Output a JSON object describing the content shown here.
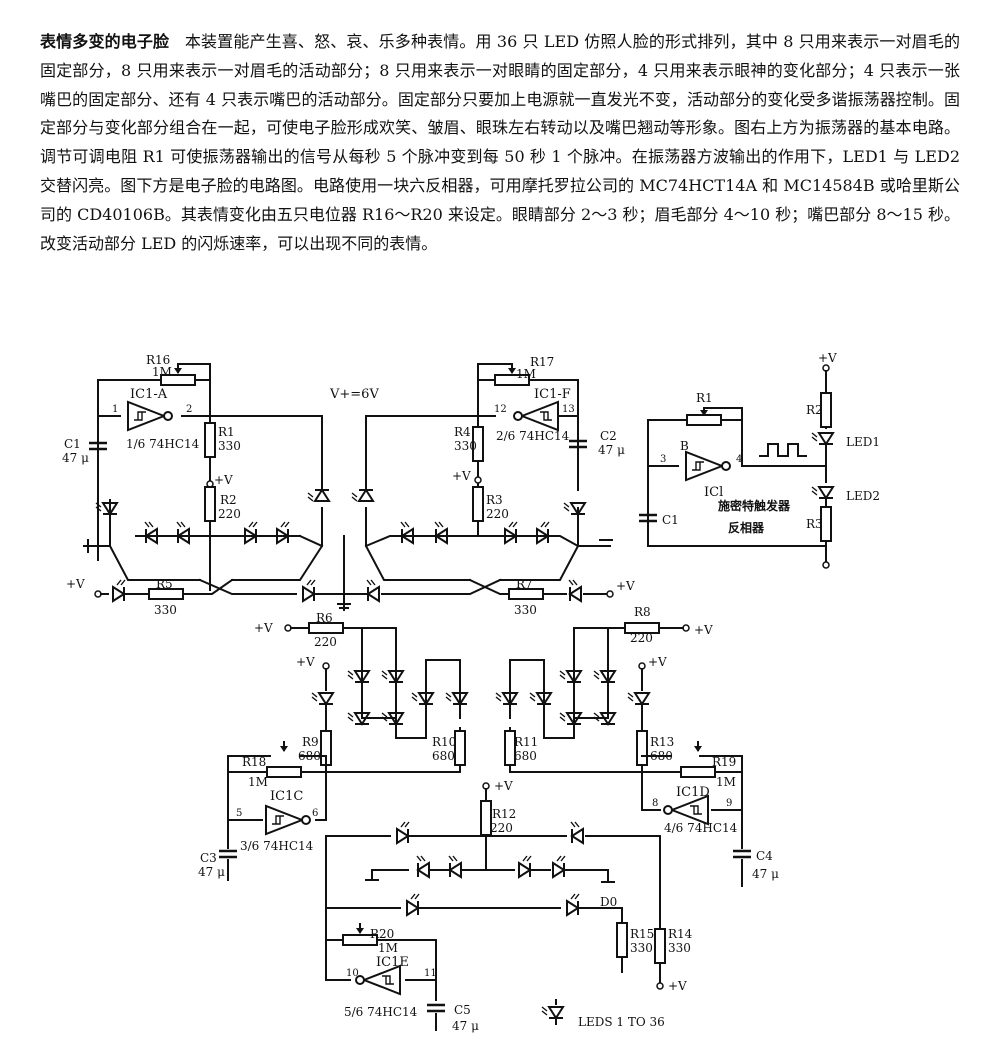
{
  "description": {
    "title": "表情多变的电子脸",
    "body": "本装置能产生喜、怒、哀、乐多种表情。用 36 只 LED 仿照人脸的形式排列，其中 8 只用来表示一对眉毛的固定部分，8 只用来表示一对眉毛的活动部分；8 只用来表示一对眼睛的固定部分，4 只用来表示眼神的变化部分；4 只表示一张嘴巴的固定部分、还有 4 只表示嘴巴的活动部分。固定部分只要加上电源就一直发光不变，活动部分的变化受多谐振荡器控制。固定部分与变化部分组合在一起，可使电子脸形成欢笑、皱眉、眼珠左右转动以及嘴巴翘动等形象。图右上方为振荡器的基本电路。调节可调电阻 R1 可使振荡器输出的信号从每秒 5 个脉冲变到每 50 秒 1 个脉冲。在振荡器方波输出的作用下，LED1 与 LED2 交替闪亮。图下方是电子脸的电路图。电路使用一块六反相器，可用摩托罗拉公司的 MC74HCT14A 和 MC14584B 或哈里斯公司的 CD40106B。其表情变化由五只电位器 R16～R20 来设定。眼睛部分 2～3 秒；眉毛部分 4～10 秒；嘴巴部分 8～15 秒。改变活动部分 LED 的闪烁速率，可以出现不同的表情。"
  },
  "schematic": {
    "supply_label": "V+=6V",
    "plus_v": "+V",
    "ic1a": {
      "name": "IC1-A",
      "type": "1/6 74HC14",
      "pin_in": "1",
      "pin_out": "2"
    },
    "ic1f": {
      "name": "IC1-F",
      "type": "2/6 74HC14",
      "pin_in": "13",
      "pin_out": "12"
    },
    "ic1c": {
      "name": "IC1C",
      "type": "3/6 74HC14",
      "pin_in": "5",
      "pin_out": "6"
    },
    "ic1d": {
      "name": "IC1D",
      "type": "4/6 74HC14",
      "pin_in": "9",
      "pin_out": "8"
    },
    "ic1e": {
      "name": "IC1E",
      "type": "5/6 74HC14",
      "pin_in": "11",
      "pin_out": "10"
    },
    "r16": {
      "name": "R16",
      "value": "1M"
    },
    "r17": {
      "name": "R17",
      "value": "1M"
    },
    "r18": {
      "name": "R18",
      "value": "1M"
    },
    "r19": {
      "name": "R19",
      "value": "1M"
    },
    "r20": {
      "name": "R20",
      "value": "1M"
    },
    "r1": {
      "name": "R1",
      "value": "330"
    },
    "r2": {
      "name": "R2",
      "value": "220"
    },
    "r3": {
      "name": "R3",
      "value": "220"
    },
    "r4": {
      "name": "R4",
      "value": "330"
    },
    "r5": {
      "name": "R5",
      "value": "330"
    },
    "r6": {
      "name": "R6",
      "value": "220"
    },
    "r7": {
      "name": "R7",
      "value": "330"
    },
    "r8": {
      "name": "R8",
      "value": "220"
    },
    "r9": {
      "name": "R9",
      "value": "680"
    },
    "r10": {
      "name": "R10",
      "value": "680"
    },
    "r11": {
      "name": "R11",
      "value": "680"
    },
    "r12": {
      "name": "R12",
      "value": "220"
    },
    "r13": {
      "name": "R13",
      "value": "680"
    },
    "r14": {
      "name": "R14",
      "value": "330"
    },
    "r15": {
      "name": "R15",
      "value": "330"
    },
    "c1": {
      "name": "C1",
      "value": "47 μ"
    },
    "c2": {
      "name": "C2",
      "value": "47 μ"
    },
    "c3": {
      "name": "C3",
      "value": "47 μ"
    },
    "c4": {
      "name": "C4",
      "value": "47 μ"
    },
    "c5": {
      "name": "C5",
      "value": "47 μ"
    },
    "d0": "D0",
    "legend": "LEDS 1 TO 36"
  },
  "oscillator": {
    "plus_v": "+V",
    "r1": "R1",
    "r2": "R2",
    "r3": "R3",
    "c1": "C1",
    "led1": "LED1",
    "led2": "LED2",
    "gate_label": "B",
    "pin_in": "3",
    "pin_out": "4",
    "ic_label": "ICl",
    "caption_line1": "施密特触发器",
    "caption_line2": "反相器"
  }
}
